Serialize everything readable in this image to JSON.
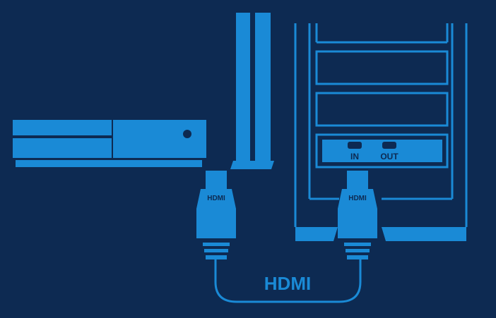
{
  "colors": {
    "background": "#0d2a52",
    "accent": "#1a8ad6",
    "label_text": "#0d2a52",
    "cable_label": "#1a8ad6"
  },
  "labels": {
    "port_in": "IN",
    "port_out": "OUT",
    "connector_left": "HDMI",
    "connector_right": "HDMI",
    "cable": "HDMI"
  },
  "icons": {
    "horizontal_console": "console-horizontal-icon",
    "vertical_console": "console-vertical-icon",
    "capture_device": "capture-device-icon",
    "connector": "hdmi-connector-icon",
    "cable": "hdmi-cable-icon"
  }
}
